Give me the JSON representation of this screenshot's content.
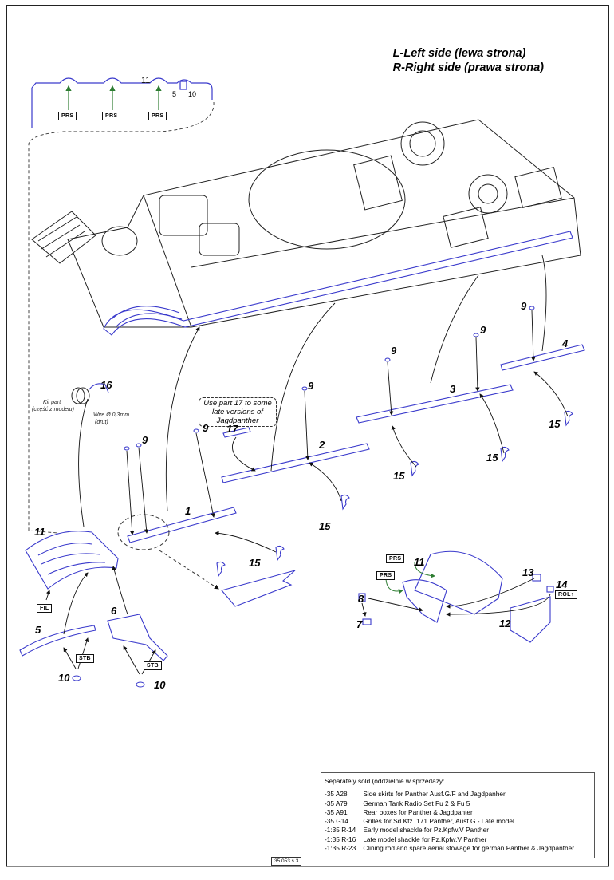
{
  "legend": {
    "left": "L-Left side (lewa strona)",
    "right": "R-Right side (prawa strona)"
  },
  "inset_detail": {
    "callouts": [
      "PRS",
      "PRS",
      "PRS"
    ],
    "part_labels": [
      "11",
      "5",
      "10"
    ]
  },
  "notes": {
    "part17_note": "Use part 17 to some late versions of Jagdpanther",
    "kit_part": "Kit part",
    "kit_part_pl": "(część z modelu)",
    "wire": "Wire Ø 0,3mm",
    "wire_pl": "(drut)"
  },
  "part_numbers": {
    "p1": "1",
    "p2": "2",
    "p3": "3",
    "p4": "4",
    "p5": "5",
    "p6": "6",
    "p7": "7",
    "p8": "8",
    "p9": "9",
    "p10": "10",
    "p11": "11",
    "p12": "12",
    "p13": "13",
    "p14": "14",
    "p15": "15",
    "p16": "16",
    "p17": "17"
  },
  "instruction_tags": {
    "fil": "FIL",
    "stb": "STB",
    "prs": "PRS",
    "rol": "ROL"
  },
  "colors": {
    "part_blue": "#3a3acc",
    "arrow_green": "#2e7d32",
    "line_black": "#111111"
  },
  "separately_sold": {
    "title": "Separately sold (oddzielnie w sprzedaży:",
    "items": [
      {
        "code": "-35 A28",
        "desc": "Side skirts for Panther Ausf.G/F and Jagdpanher"
      },
      {
        "code": "-35 A79",
        "desc": "German Tank Radio Set Fu 2 & Fu 5"
      },
      {
        "code": "-35 A91",
        "desc": "Rear boxes for Panther & Jagdpanter"
      },
      {
        "code": "-35 G14",
        "desc": "Grilles for Sd.Kfz. 171 Panther, Ausf.G - Late model"
      },
      {
        "code": "-1:35  R-14",
        "desc": "Early model shackle for Pz.Kpfw.V Panther"
      },
      {
        "code": "-1:35  R-16",
        "desc": "Late model shackle for Pz.Kpfw.V Panther"
      },
      {
        "code": "-1:35  R-23",
        "desc": "Clining rod and spare aerial stowage for german Panther & Jagdpanther"
      }
    ]
  },
  "page_ref": "35 053 s.3"
}
